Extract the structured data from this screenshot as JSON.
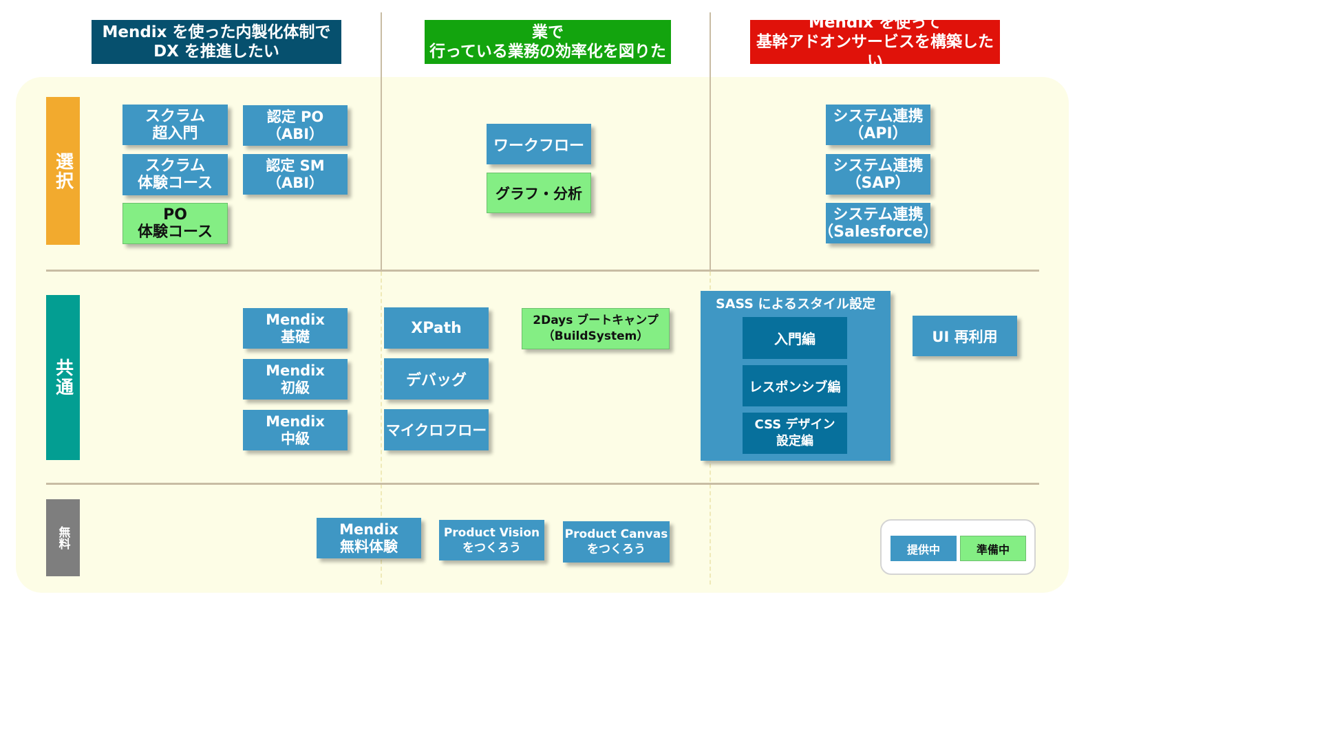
{
  "colors": {
    "header_1": "#06506e",
    "header_2": "#13a40e",
    "header_3": "#e0120a",
    "cat_select": "#f2aa2e",
    "cat_common": "#039e92",
    "cat_free": "#7e7e7e",
    "offered": "#3f97c4",
    "preparing": "#84ee84",
    "background_panel": "#fdfde6"
  },
  "headers": [
    {
      "text": "Mendix を使った内製化体制で\nDX を推進したい"
    },
    {
      "text": "まずは手元にある Excel や手作業で\n行っている業務の効率化を図りたい"
    },
    {
      "text": "Mendix を使って\n基幹アドオンサービスを構築したい"
    }
  ],
  "categories": {
    "select": "選択",
    "common": "共通",
    "free": "無料"
  },
  "select": {
    "scrum_intro": "スクラム\n超入門",
    "scrum_experience": "スクラム\n体験コース",
    "po_experience": "PO\n体験コース",
    "cert_po": "認定 PO\n（ABI）",
    "cert_sm": "認定 SM\n（ABI）",
    "workflow": "ワークフロー",
    "graph": "グラフ・分析",
    "sys_api": "システム連携\n（API）",
    "sys_sap": "システム連携\n（SAP）",
    "sys_salesforce": "システム連携\n（Salesforce）"
  },
  "common": {
    "mendix_basic": "Mendix\n基礎",
    "mendix_beginner": "Mendix\n初級",
    "mendix_intermediate": "Mendix\n中級",
    "xpath": "XPath",
    "debug": "デバッグ",
    "microflow": "マイクロフロー",
    "bootcamp": "2Days ブートキャンプ\n（BuildSystem）",
    "sass_title": "SASS によるスタイル設定",
    "sass_intro": "入門編",
    "sass_responsive": "レスポンシブ編",
    "sass_css": "CSS デザイン\n設定編",
    "ui_reuse": "UI 再利用"
  },
  "free": {
    "mendix_free": "Mendix\n無料体験",
    "product_vision": "Product Vision\nをつくろう",
    "product_canvas": "Product Canvas\nをつくろう"
  },
  "legend": {
    "offered": "提供中",
    "preparing": "準備中"
  }
}
